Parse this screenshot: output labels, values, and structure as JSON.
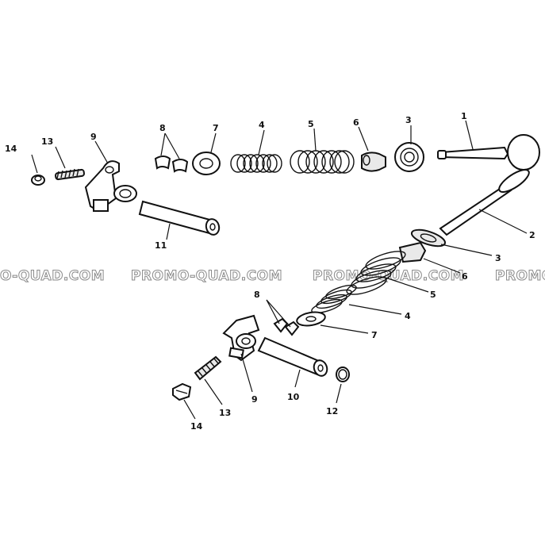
{
  "watermark": {
    "text_left": "O-QUAD.COM",
    "text_main": "PROMO-QUAD.COM",
    "text_right": "PROMO-QUAD.COM",
    "text_edge": "PROMO"
  },
  "callouts": {
    "top_row": {
      "c14": "14",
      "c13": "13",
      "c9": "9",
      "c8": "8",
      "c7": "7",
      "c4": "4",
      "c5": "5",
      "c6": "6",
      "c3": "3",
      "c1": "1",
      "c11": "11"
    },
    "lower_group": {
      "c2": "2",
      "c3": "3",
      "c6": "6",
      "c5": "5",
      "c4": "4",
      "c7": "7",
      "c8": "8",
      "c9": "9",
      "c10": "10",
      "c12": "12",
      "c13": "13",
      "c14": "14"
    }
  }
}
